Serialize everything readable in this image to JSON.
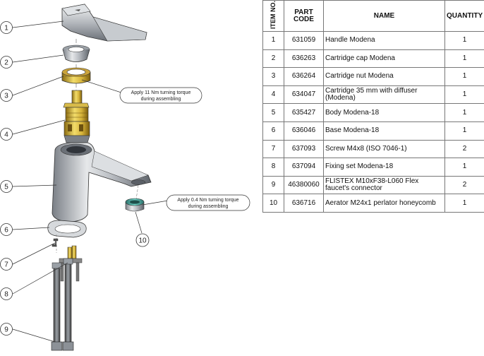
{
  "table": {
    "headers": {
      "item_no": "ITEM NO.",
      "part_code": "PART CODE",
      "name": "NAME",
      "quantity": "QUANTITY"
    },
    "rows": [
      {
        "item": "1",
        "code": "631059",
        "name": "Handle Modena",
        "qty": "1"
      },
      {
        "item": "2",
        "code": "636263",
        "name": "Cartridge cap Modena",
        "qty": "1"
      },
      {
        "item": "3",
        "code": "636264",
        "name": "Cartridge nut Modena",
        "qty": "1"
      },
      {
        "item": "4",
        "code": "634047",
        "name": "Cartridge 35 mm with diffuser (Modena)",
        "qty": "1"
      },
      {
        "item": "5",
        "code": "635427",
        "name": "Body Modena-18",
        "qty": "1"
      },
      {
        "item": "6",
        "code": "636046",
        "name": "Base Modena-18",
        "qty": "1"
      },
      {
        "item": "7",
        "code": "637093",
        "name": "Screw M4x8 (ISO 7046-1)",
        "qty": "2"
      },
      {
        "item": "8",
        "code": "637094",
        "name": "Fixing set Modena-18",
        "qty": "1"
      },
      {
        "item": "9",
        "code": "46380060",
        "name": "FLISTEX M10xF38-L060 Flex faucet's connector",
        "qty": "2"
      },
      {
        "item": "10",
        "code": "636716",
        "name": "Aerator M24x1 perlator honeycomb",
        "qty": "1"
      }
    ]
  },
  "diagram": {
    "callouts": [
      "1",
      "2",
      "3",
      "4",
      "5",
      "6",
      "7",
      "8",
      "9",
      "10"
    ],
    "notes": {
      "torque_cartridge_line1": "Apply 11 Nm turning torque",
      "torque_cartridge_line2": "during assembling",
      "torque_aerator_line1": "Apply 0.4 Nm turning torque",
      "torque_aerator_line2": "during assembling"
    }
  }
}
